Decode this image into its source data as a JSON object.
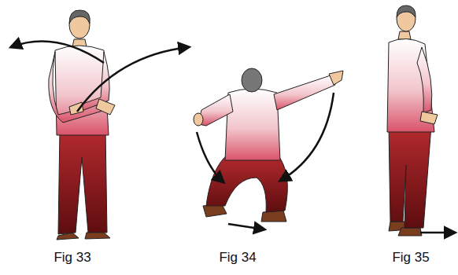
{
  "diagram": {
    "labels": [
      "Fig 33",
      "Fig 34",
      "Fig 35"
    ]
  }
}
